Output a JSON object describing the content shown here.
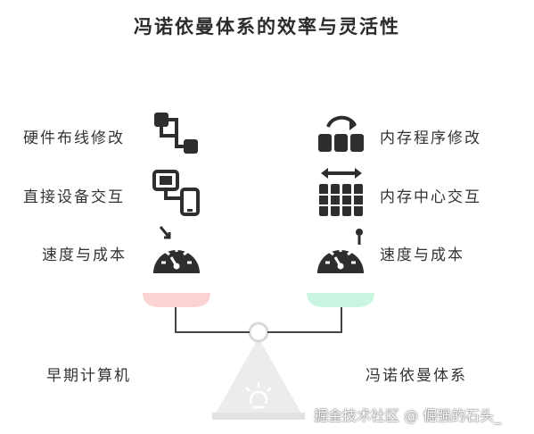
{
  "title": "冯诺依曼体系的效率与灵活性",
  "left_side": {
    "items": [
      {
        "label": "硬件布线修改",
        "icon": "wiring-icon"
      },
      {
        "label": "直接设备交互",
        "icon": "devices-icon"
      },
      {
        "label": "速度与成本",
        "icon": "gauge-icon"
      }
    ],
    "pan_color": "#fbd3d3",
    "caption": "早期计算机"
  },
  "right_side": {
    "items": [
      {
        "label": "内存程序修改",
        "icon": "memory-modify-icon"
      },
      {
        "label": "内存中心交互",
        "icon": "memory-center-icon"
      },
      {
        "label": "速度与成本",
        "icon": "gauge-icon"
      }
    ],
    "pan_color": "#c9f5e1",
    "caption": "冯诺依曼体系"
  },
  "colors": {
    "icon": "#2e2e2e",
    "scale_line": "#444444",
    "fulcrum": "#ececec"
  },
  "watermark": "掘金技术社区 @ 倔强的石头_"
}
